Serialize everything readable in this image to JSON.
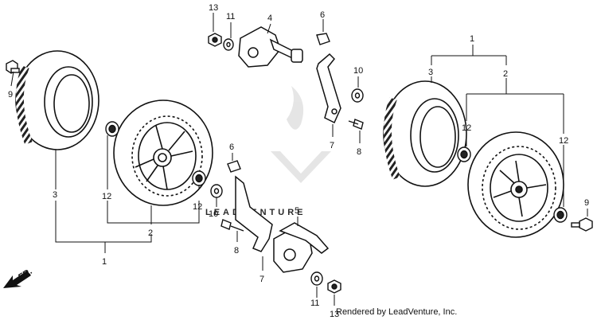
{
  "callouts": {
    "c1a": "1",
    "c1b": "1",
    "c2a": "2",
    "c2b": "2",
    "c3a": "3",
    "c3b": "3",
    "c4": "4",
    "c5": "5",
    "c6a": "6",
    "c6b": "6",
    "c7a": "7",
    "c7b": "7",
    "c8a": "8",
    "c8b": "8",
    "c9a": "9",
    "c9b": "9",
    "c10a": "10",
    "c10b": "10",
    "c11a": "11",
    "c11b": "11",
    "c12a": "12",
    "c12b": "12",
    "c12c": "12",
    "c12d": "12",
    "c13a": "13",
    "c13b": "13"
  },
  "direction_label": "FR.",
  "watermark": "LEADVENTURE",
  "credit": "Rendered by LeadVenture, Inc.",
  "colors": {
    "ink": "#111111",
    "watermark": "#d9d9d9"
  }
}
